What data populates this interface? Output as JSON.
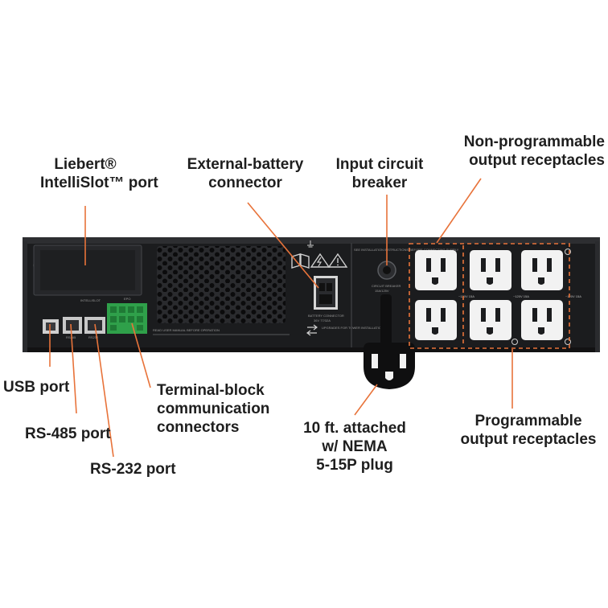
{
  "colors": {
    "background": "#ffffff",
    "chassis": "#1b1c1e",
    "chassis_edge": "#2d2e31",
    "leader": "#e8733a",
    "text": "#1e1e1e",
    "terminal_block": "#2fa04a",
    "outlet_face": "#f2f2f2"
  },
  "labels": {
    "intellislot": [
      "Liebert®",
      "IntelliSlot™ port"
    ],
    "ext_battery": [
      "External-battery",
      "connector"
    ],
    "input_breaker": [
      "Input circuit",
      "breaker"
    ],
    "non_programmable": [
      "Non-programmable",
      "output receptacles"
    ],
    "usb": [
      "USB port"
    ],
    "rs485": [
      "RS-485 port"
    ],
    "rs232": [
      "RS-232 port"
    ],
    "terminal_block": [
      "Terminal-block",
      "communication",
      "connectors"
    ],
    "plug": [
      "10 ft. attached",
      "w/ NEMA",
      "5-15P plug"
    ],
    "programmable": [
      "Programmable",
      "output receptacles"
    ]
  },
  "panel_print": {
    "intellislot": "INTELLISLOT",
    "rs485": "RS485",
    "rs232": "RS232",
    "battery_connector": "BATTERY CONNECTOR",
    "battery_spec": "36V 77/32A",
    "read_manual": "READ USER MANUAL BEFORE OPERATION",
    "circuit_breaker": "CIRCUIT BREAKER",
    "breaker_rating": "15A/125V",
    "install_note": "SEE INSTALLATION INSTRUCTIONS BEFORE CONNECTING SUPPLY",
    "rating_left": "~120V 15A",
    "rating_mid": "~120V 15A",
    "rating_right": "~120V 15A",
    "upgrade_note": "UPGRADES FOR TOWER INSTALLATION",
    "epo": "EPO"
  },
  "icons": {
    "manual": "open-book-icon",
    "shock": "electric-shock-warning-icon",
    "caution": "caution-warning-icon",
    "ground": "ground-symbol-icon",
    "swap": "swap-arrows-icon"
  }
}
